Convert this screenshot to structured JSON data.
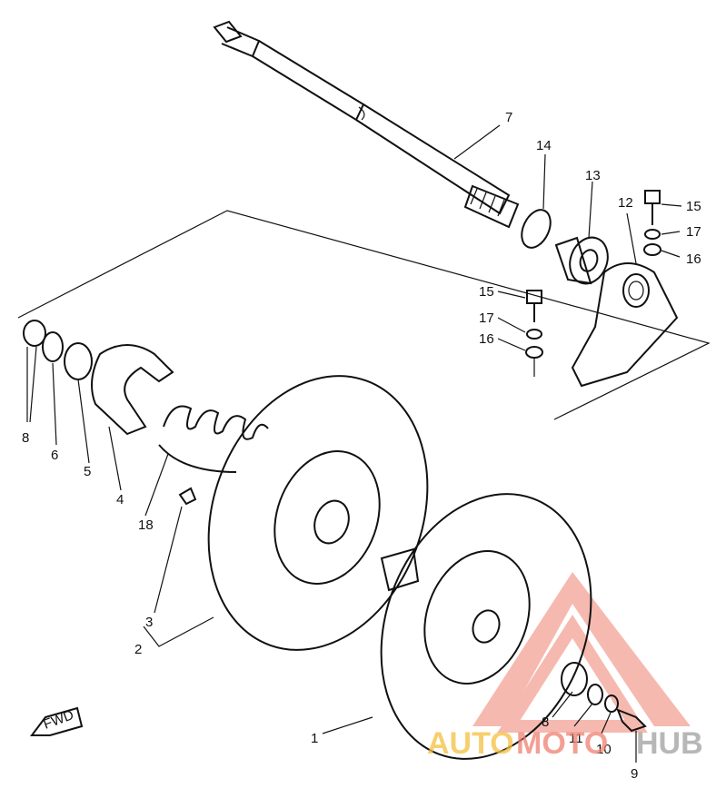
{
  "labels": {
    "p1": "1",
    "p2": "2",
    "p3": "3",
    "p4": "4",
    "p5": "5",
    "p6": "6",
    "p7": "7",
    "p8a": "8",
    "p8b": "8",
    "p9": "9",
    "p10": "10",
    "p11": "11",
    "p12": "12",
    "p13": "13",
    "p14": "14",
    "p15a": "15",
    "p15b": "15",
    "p16a": "16",
    "p16b": "16",
    "p17a": "17",
    "p17b": "17",
    "p18": "18"
  },
  "fwd_label": "FWD",
  "watermark": {
    "part1": "AUTO",
    "part2": "MOTO",
    "part3": "HUB",
    "color_main": "#f0a080",
    "color_accent": "#f5c040",
    "color_hub": "#a0a0a0"
  }
}
